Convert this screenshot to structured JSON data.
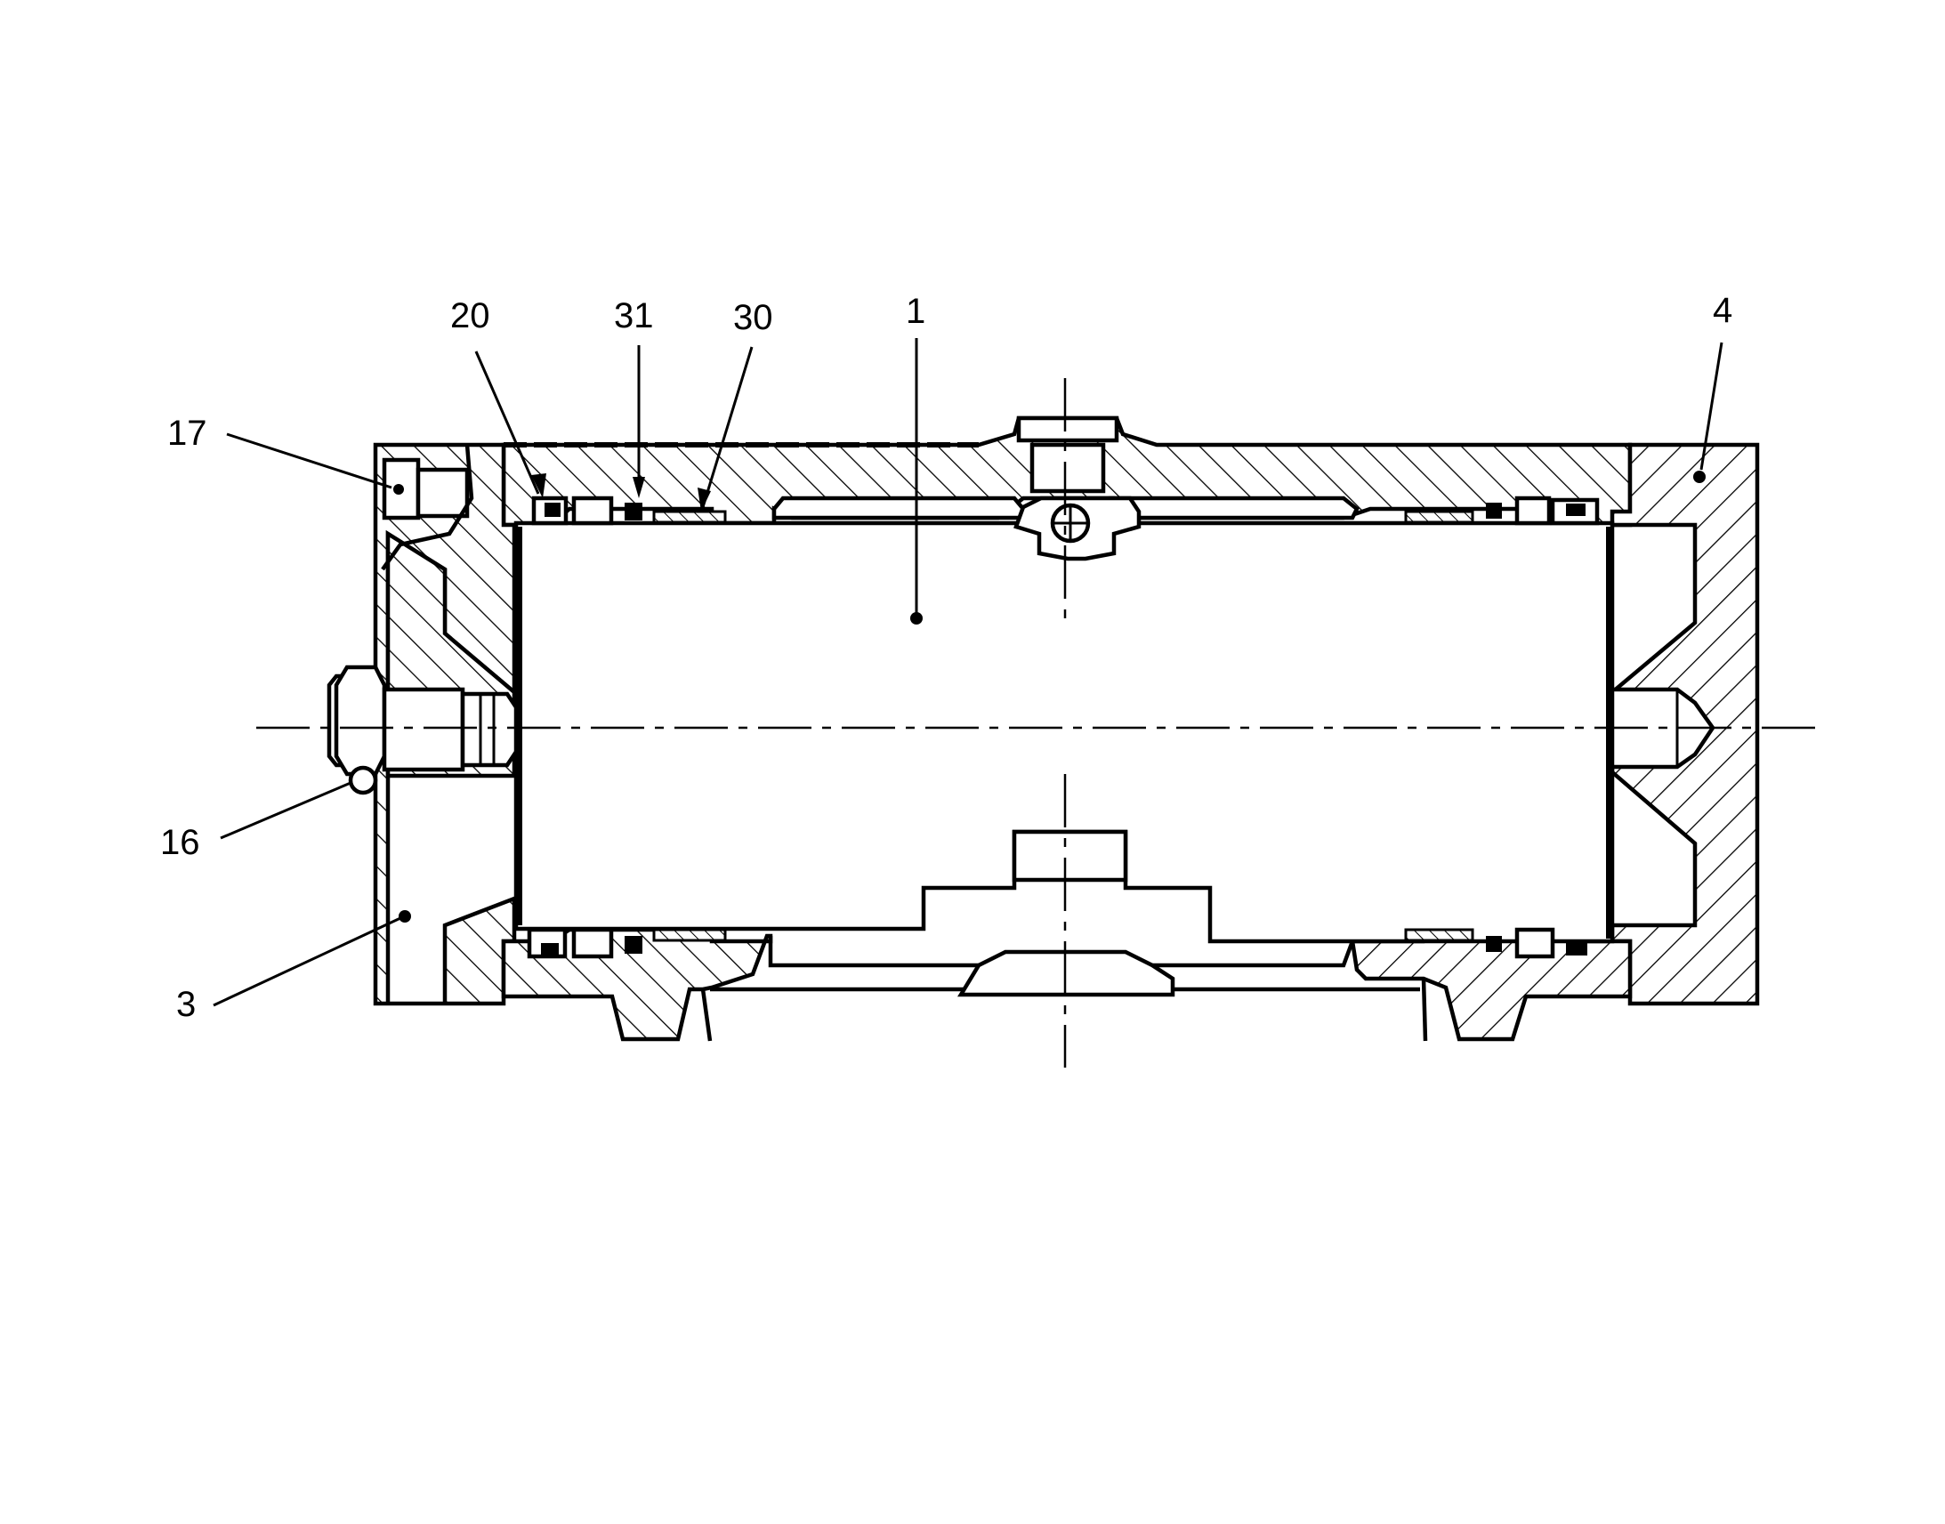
{
  "figure": {
    "labels": [
      {
        "id": "label-17",
        "text": "17"
      },
      {
        "id": "label-20",
        "text": "20"
      },
      {
        "id": "label-31",
        "text": "31"
      },
      {
        "id": "label-30",
        "text": "30"
      },
      {
        "id": "label-1",
        "text": "1"
      },
      {
        "id": "label-4",
        "text": "4"
      },
      {
        "id": "label-16",
        "text": "16"
      },
      {
        "id": "label-3",
        "text": "3"
      }
    ]
  }
}
